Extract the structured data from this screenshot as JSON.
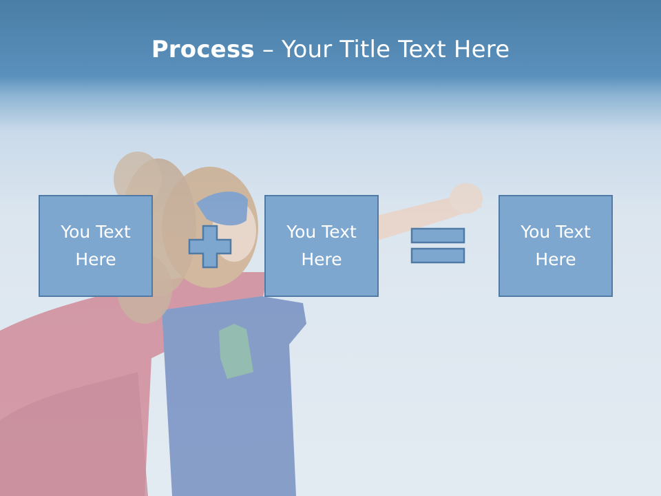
{
  "slide": {
    "title_bold": "Process",
    "title_rest": " – Your Title Text Here",
    "boxes": [
      {
        "text": "You Text Here"
      },
      {
        "text": "You Text Here"
      },
      {
        "text": "You Text Here"
      }
    ],
    "operators": [
      "plus-icon",
      "equals-icon"
    ],
    "colors": {
      "box_fill": "#7ea7cf",
      "box_border": "#4f7aa6",
      "header_blue": "#4a7ea6",
      "background": "#e3ebf2"
    }
  }
}
